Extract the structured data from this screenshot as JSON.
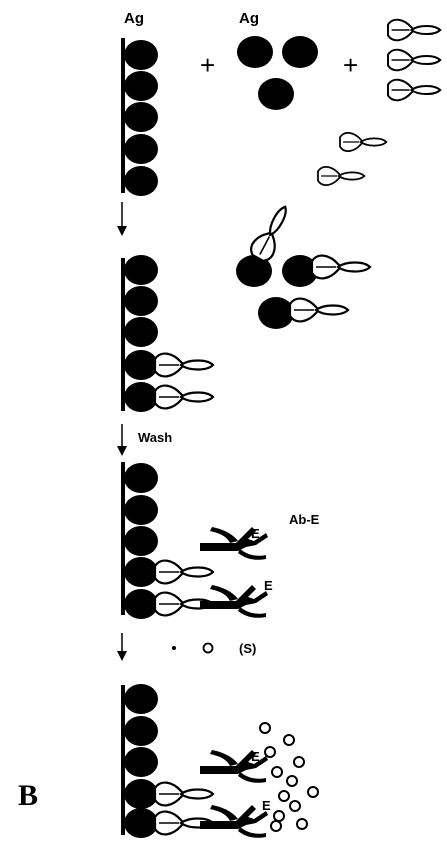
{
  "figure": {
    "panel_letter": "B",
    "labels": {
      "antigen_surface": "Ag",
      "antigen_free": "Ag",
      "plus_1": "+",
      "plus_2": "+",
      "wash_step": "Wash",
      "enzyme_antibody": "Ab-E",
      "enzyme_mark": "E",
      "substrate": "(S)"
    }
  }
}
